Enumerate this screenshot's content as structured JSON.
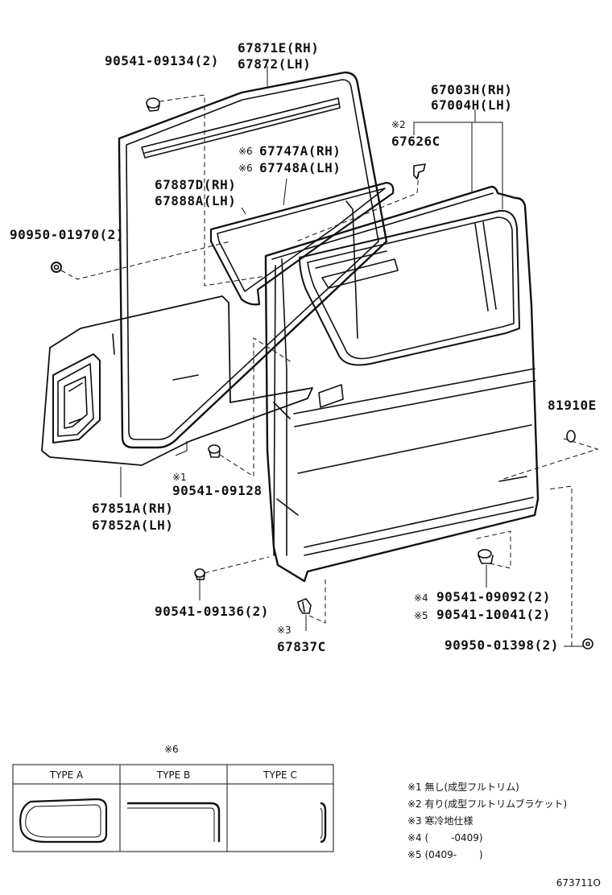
{
  "labels": {
    "p90541_09134": "90541-09134(2)",
    "p67871e": "67871E(RH)",
    "p67872": "67872(LH)",
    "p67003h": "67003H(RH)",
    "p67004h": "67004H(LH)",
    "m2": "※2",
    "p67626c": "67626C",
    "m6a": "※6",
    "p67747a": "67747A(RH)",
    "m6b": "※6",
    "p67748a": "67748A(LH)",
    "p67887d": "67887D(RH)",
    "p67888a": "67888A(LH)",
    "p90950_01970": "90950-01970(2)",
    "p81910e": "81910E",
    "m1": "※1",
    "p90541_09128": "90541-09128",
    "p67851a": "67851A(RH)",
    "p67852a": "67852A(LH)",
    "p90541_09136": "90541-09136(2)",
    "m3": "※3",
    "p67837c": "67837C",
    "m4": "※4",
    "p90541_09092": "90541-09092(2)",
    "m5": "※5",
    "p90541_10041": "90541-10041(2)",
    "p90950_01398": "90950-01398(2)"
  },
  "type_table": {
    "mark": "※6",
    "headers": [
      "TYPE A",
      "TYPE B",
      "TYPE C"
    ]
  },
  "notes": [
    "※1 無し(成型フルトリム)",
    "※2 有り(成型フルトリムブラケット)",
    "※3 寒冷地仕様",
    "※4 (　　 -0409)",
    "※5 (0409-　　 )"
  ],
  "diagram_code": "673711O"
}
